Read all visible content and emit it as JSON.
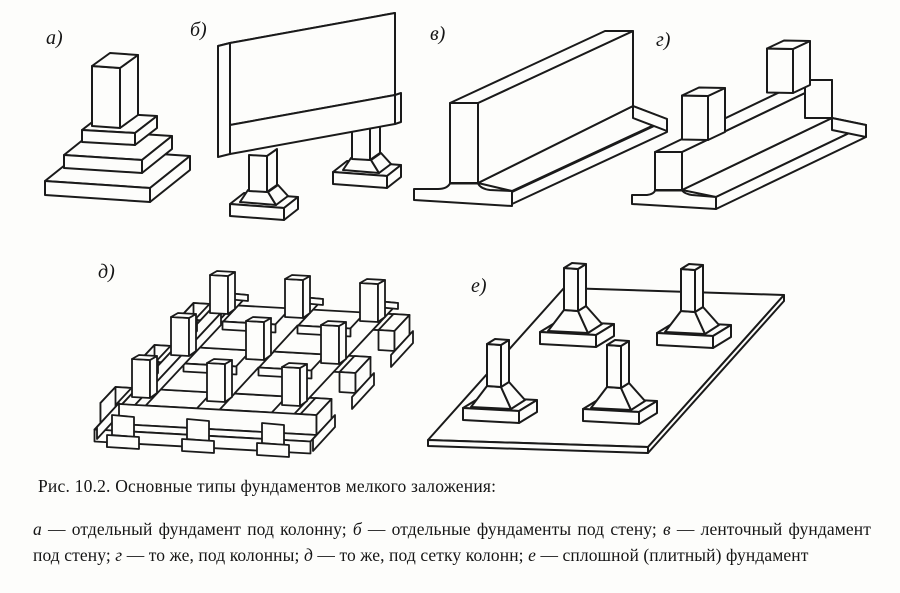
{
  "figure": {
    "labels": {
      "a": "а)",
      "b": "б)",
      "v": "в)",
      "g": "г)",
      "d": "д)",
      "e": "е)"
    },
    "caption_title": "Рис. 10.2. Основные типы фундаментов мелкого заложения:",
    "legend": [
      {
        "letter": "а",
        "text": " — отдельный фундамент под колонну; "
      },
      {
        "letter": "б",
        "text": " — отдельные фундаменты под стену; "
      },
      {
        "letter": "в",
        "text": " — ленточный фундамент под стену; "
      },
      {
        "letter": "г",
        "text": " — то же, под колонны; "
      },
      {
        "letter": "д",
        "text": " — то же, под сетку колонн; "
      },
      {
        "letter": "е",
        "text": " — сплошной (плитный) фундамент"
      }
    ]
  },
  "colors": {
    "ink": "#1a1a1a",
    "paper": "#fdfdfb"
  }
}
